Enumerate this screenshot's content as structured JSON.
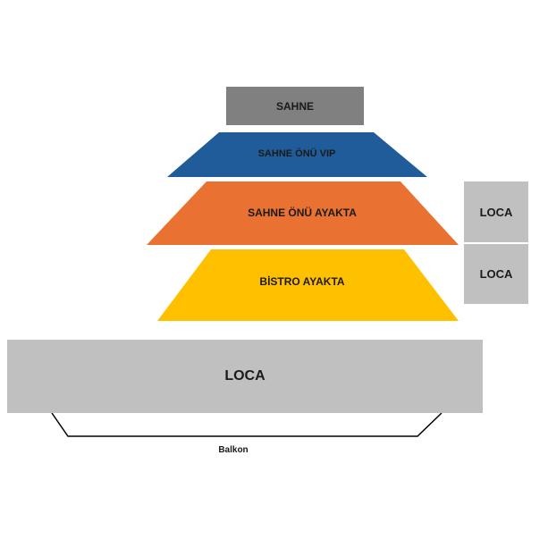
{
  "zones": {
    "stage": {
      "label": "SAHNE",
      "color": "#808080"
    },
    "vip": {
      "label": "SAHNE ÖNÜ VIP",
      "color": "#1f5c99"
    },
    "front_standing": {
      "label": "SAHNE ÖNÜ AYAKTA",
      "color": "#e97132"
    },
    "bistro_standing": {
      "label": "BİSTRO AYAKTA",
      "color": "#ffc000"
    },
    "box_right_1": {
      "label": "LOCA",
      "color": "#c0c0c0"
    },
    "box_right_2": {
      "label": "LOCA",
      "color": "#c0c0c0"
    },
    "box_main": {
      "label": "LOCA",
      "color": "#c0c0c0"
    },
    "balcony": {
      "label": "Balkon"
    }
  }
}
